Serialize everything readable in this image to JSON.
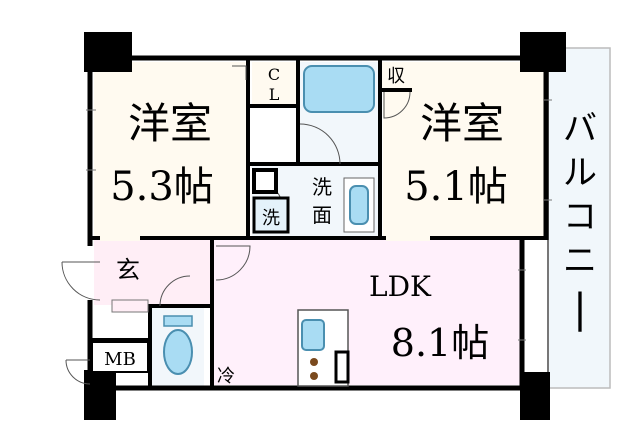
{
  "rooms": {
    "western_room_left": {
      "name": "洋室",
      "size": "5.3帖"
    },
    "western_room_right": {
      "name": "洋室",
      "size": "5.1帖"
    },
    "ldk": {
      "name": "LDK",
      "size": "8.1帖"
    }
  },
  "labels": {
    "closet": "CL",
    "storage": "収",
    "washroom_line1": "洗",
    "washroom_line2": "面",
    "washer": "洗",
    "entrance": "玄",
    "meter_box": "MB",
    "refrigerator": "冷",
    "balcony": "バルコニー"
  },
  "colors": {
    "wall": "#000000",
    "western_room": "#fffaf0",
    "ldk": "#fff0fb",
    "wet_area": "#f2f7fb",
    "entrance": "#ffeef6",
    "balcony": "#f1f7fb",
    "fixture": "#a9dcf3",
    "fixture_stroke": "#4a8fb0",
    "stove": "#7a4a1e"
  }
}
